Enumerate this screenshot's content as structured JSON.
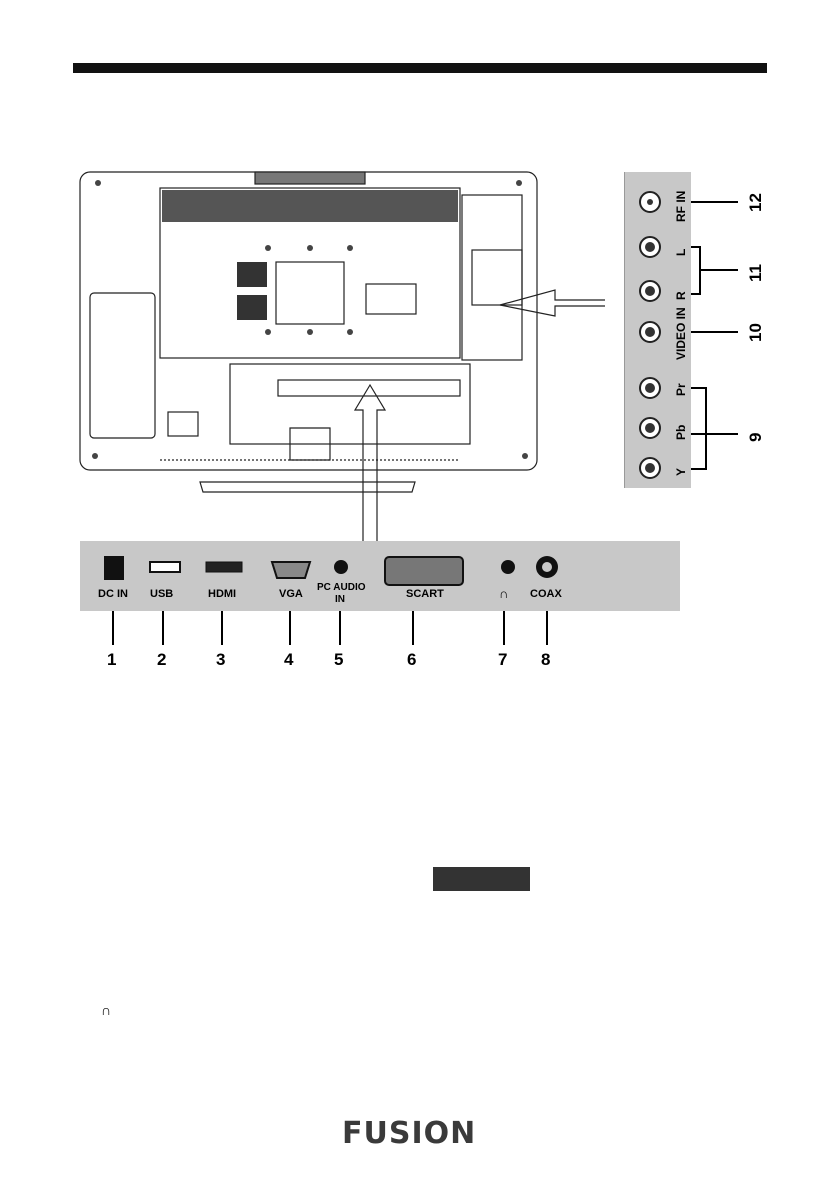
{
  "brand": {
    "logo_text": "FUSION"
  },
  "bottom_panel": {
    "ports": [
      {
        "label": "DC IN",
        "number": "1"
      },
      {
        "label": "USB",
        "number": "2"
      },
      {
        "label": "HDMI",
        "number": "3"
      },
      {
        "label": "VGA",
        "number": "4"
      },
      {
        "label": "PC AUDIO",
        "label2": "IN",
        "number": "5"
      },
      {
        "label": "SCART",
        "number": "6"
      },
      {
        "label": "",
        "number": "7",
        "icon": "headphone-icon"
      },
      {
        "label": "COAX",
        "number": "8"
      }
    ]
  },
  "side_panel": {
    "ports": [
      {
        "label": "RF IN",
        "number": "12"
      },
      {
        "label": "L",
        "number": "11"
      },
      {
        "label": "R",
        "number": ""
      },
      {
        "label": "VIDEO IN",
        "number": "10"
      },
      {
        "label": "Pr",
        "number": "9"
      },
      {
        "label": "Pb",
        "number": ""
      },
      {
        "label": "Y",
        "number": ""
      }
    ]
  },
  "misc": {
    "headphone_symbol": "∩"
  },
  "colors": {
    "panel": "#c8c8c8",
    "rule": "#111111",
    "logo": "#3a3a3a"
  }
}
